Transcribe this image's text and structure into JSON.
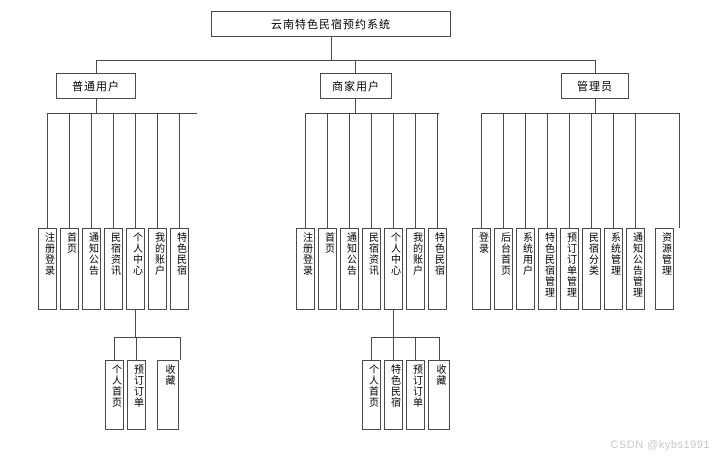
{
  "diagram": {
    "title": "云南特色民宿预约系统",
    "watermark": "CSDN @kybs1991",
    "root": {
      "label": "云南特色民宿预约系统"
    },
    "branches": [
      {
        "label": "普通用户",
        "leaves": [
          {
            "label": "注册登录"
          },
          {
            "label": "首页"
          },
          {
            "label": "通知公告"
          },
          {
            "label": "民宿资讯"
          },
          {
            "label": "个人中心"
          },
          {
            "label": "我的账户"
          },
          {
            "label": "特色民宿"
          }
        ],
        "sub_parent": "个人中心",
        "sub_leaves": [
          {
            "label": "个人首页"
          },
          {
            "label": "预订订单"
          },
          {
            "label": "收藏"
          }
        ]
      },
      {
        "label": "商家用户",
        "leaves": [
          {
            "label": "注册登录"
          },
          {
            "label": "首页"
          },
          {
            "label": "通知公告"
          },
          {
            "label": "民宿资讯"
          },
          {
            "label": "个人中心"
          },
          {
            "label": "我的账户"
          },
          {
            "label": "特色民宿"
          }
        ],
        "sub_parent": "个人中心",
        "sub_leaves": [
          {
            "label": "个人首页"
          },
          {
            "label": "特色民宿"
          },
          {
            "label": "预订订单"
          },
          {
            "label": "收藏"
          }
        ]
      },
      {
        "label": "管理员",
        "leaves": [
          {
            "label": "登录"
          },
          {
            "label": "后台首页"
          },
          {
            "label": "系统用户"
          },
          {
            "label": "特色民宿管理"
          },
          {
            "label": "预订订单管理"
          },
          {
            "label": "民宿分类"
          },
          {
            "label": "系统管理"
          },
          {
            "label": "通知公告管理"
          },
          {
            "label": "资源管理"
          }
        ],
        "sub_parent": null,
        "sub_leaves": []
      }
    ]
  }
}
